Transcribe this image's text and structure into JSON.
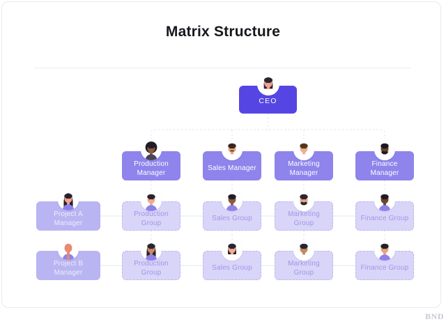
{
  "title": "Matrix Structure",
  "watermark": "BND",
  "colors": {
    "ceo_fill": "#5546e4",
    "manager_fill": "#8e84ec",
    "project_fill": "#b9b4f2",
    "group_fill": "#d8d5f8",
    "group_border": "#bcb6f1",
    "group_text": "#9e97e8",
    "line_dashed": "#e1e2ec",
    "line_solid": "#e7e7ef",
    "title_text": "#17171d",
    "watermark_text": "#c6c9d5"
  },
  "org": {
    "ceo": {
      "id": "ceo",
      "label": "CEO",
      "avatar": {
        "style": "f-bob",
        "skin": "#f2a38f",
        "hair": "#2b2531",
        "top": "#ffffff",
        "person": "woman-dark-bob"
      }
    },
    "managers": [
      {
        "id": "production-manager",
        "label": "Production Manager",
        "avatar": {
          "style": "f-afro",
          "skin": "#8d5a3c",
          "hair": "#201b28",
          "top": "#4a4458",
          "person": "woman-afro"
        }
      },
      {
        "id": "sales-manager",
        "label": "Sales Manager",
        "avatar": {
          "style": "m-mustache",
          "skin": "#eda47d",
          "hair": "#38281e",
          "top": "#ffffff",
          "person": "man-mustache"
        }
      },
      {
        "id": "marketing-manager",
        "label": "Marketing Manager",
        "avatar": {
          "style": "m-short",
          "skin": "#f0b08c",
          "hair": "#54361f",
          "top": "#ffffff",
          "person": "man-brown-hair"
        }
      },
      {
        "id": "finance-manager",
        "label": "Finance Manager",
        "avatar": {
          "style": "m-beard",
          "skin": "#6e4429",
          "hair": "#1d1923",
          "top": "#ffffff",
          "person": "man-beard-dark-skin"
        }
      }
    ],
    "project_rows": [
      {
        "project": {
          "id": "project-a-manager",
          "label": "Project A Manager",
          "avatar": {
            "style": "f-long",
            "skin": "#f2a38f",
            "hair": "#262130",
            "top": "#8c82ec",
            "person": "woman-long-hair"
          }
        },
        "groups": [
          {
            "id": "production-group-a",
            "label": "Production Group",
            "avatar": {
              "style": "m-short",
              "skin": "#f0aa8a",
              "hair": "#2a2430",
              "top": "#8c82ec",
              "person": "man-light-skin"
            }
          },
          {
            "id": "sales-group-a",
            "label": "Sales Group",
            "avatar": {
              "style": "m-short",
              "skin": "#8d5a3c",
              "hair": "#211d29",
              "top": "#8c82ec",
              "person": "man-dark-skin"
            }
          },
          {
            "id": "marketing-group-a",
            "label": "Marketing Group",
            "avatar": {
              "style": "m-beard",
              "skin": "#eda47d",
              "hair": "#2b2531",
              "top": "#ffffff",
              "person": "man-beard"
            }
          },
          {
            "id": "finance-group-a",
            "label": "Finance Group",
            "avatar": {
              "style": "m-short",
              "skin": "#6e4429",
              "hair": "#1f1b26",
              "top": "#8c82ec",
              "person": "person-dark-skin"
            }
          }
        ]
      },
      {
        "project": {
          "id": "project-b-manager",
          "label": "Project B Manager",
          "avatar": {
            "style": "silhouette",
            "skin": "#e88a74",
            "hair": "#e88a74",
            "top": "#8c82ec",
            "person": "person-silhouette"
          }
        },
        "groups": [
          {
            "id": "production-group-b",
            "label": "Production Group",
            "avatar": {
              "style": "f-long",
              "skin": "#c98a63",
              "hair": "#2a2430",
              "top": "#8c82ec",
              "person": "woman-medium-skin"
            }
          },
          {
            "id": "sales-group-b",
            "label": "Sales Group",
            "avatar": {
              "style": "f-bob",
              "skin": "#f2ab90",
              "hair": "#2a2430",
              "top": "#ffffff",
              "person": "woman-bob"
            }
          },
          {
            "id": "marketing-group-b",
            "label": "Marketing Group",
            "avatar": {
              "style": "m-short",
              "skin": "#c08a62",
              "hair": "#2a2430",
              "top": "#ffffff",
              "person": "man-medium-skin"
            }
          },
          {
            "id": "finance-group-b",
            "label": "Finance Group",
            "avatar": {
              "style": "m-short",
              "skin": "#e8a37d",
              "hair": "#252028",
              "top": "#8c82ec",
              "person": "man-light-skin-2"
            }
          }
        ]
      }
    ]
  }
}
